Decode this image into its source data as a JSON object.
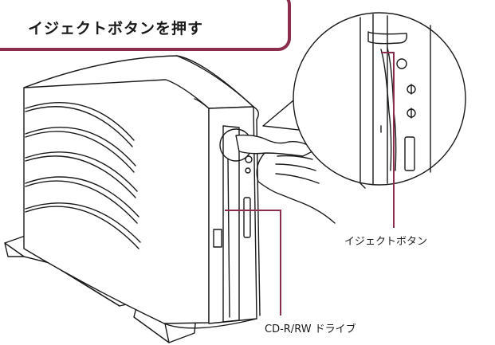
{
  "step_title": "イジェクトボタンを押す",
  "labels": {
    "eject_button": "イジェクトボタン",
    "drive": "CD-R/RW ドライブ"
  },
  "colors": {
    "accent": "#8a2e4c",
    "leader_line": "#8a2e4c",
    "line_art": "#1a1a1a"
  }
}
